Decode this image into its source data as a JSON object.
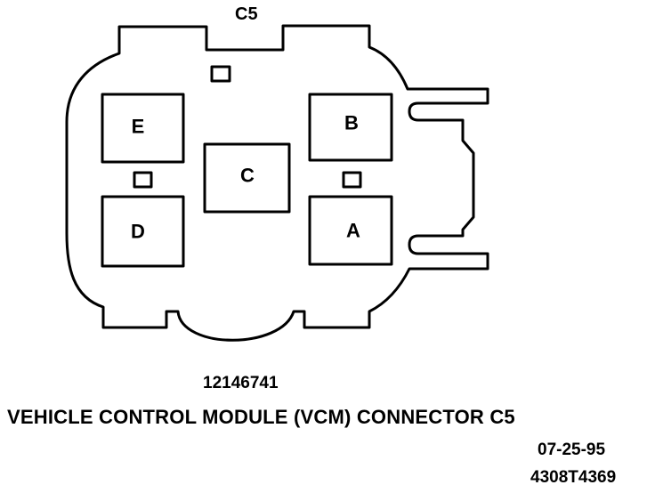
{
  "connector_id": "C5",
  "part_number": "12146741",
  "caption": "VEHICLE CONTROL MODULE (VCM) CONNECTOR C5",
  "date": "07-25-95",
  "figure_id": "4308T4369",
  "cavities": [
    {
      "label": "E"
    },
    {
      "label": "D"
    },
    {
      "label": "C"
    },
    {
      "label": "B"
    },
    {
      "label": "A"
    }
  ],
  "colors": {
    "line": "#000000",
    "background": "#ffffff"
  }
}
